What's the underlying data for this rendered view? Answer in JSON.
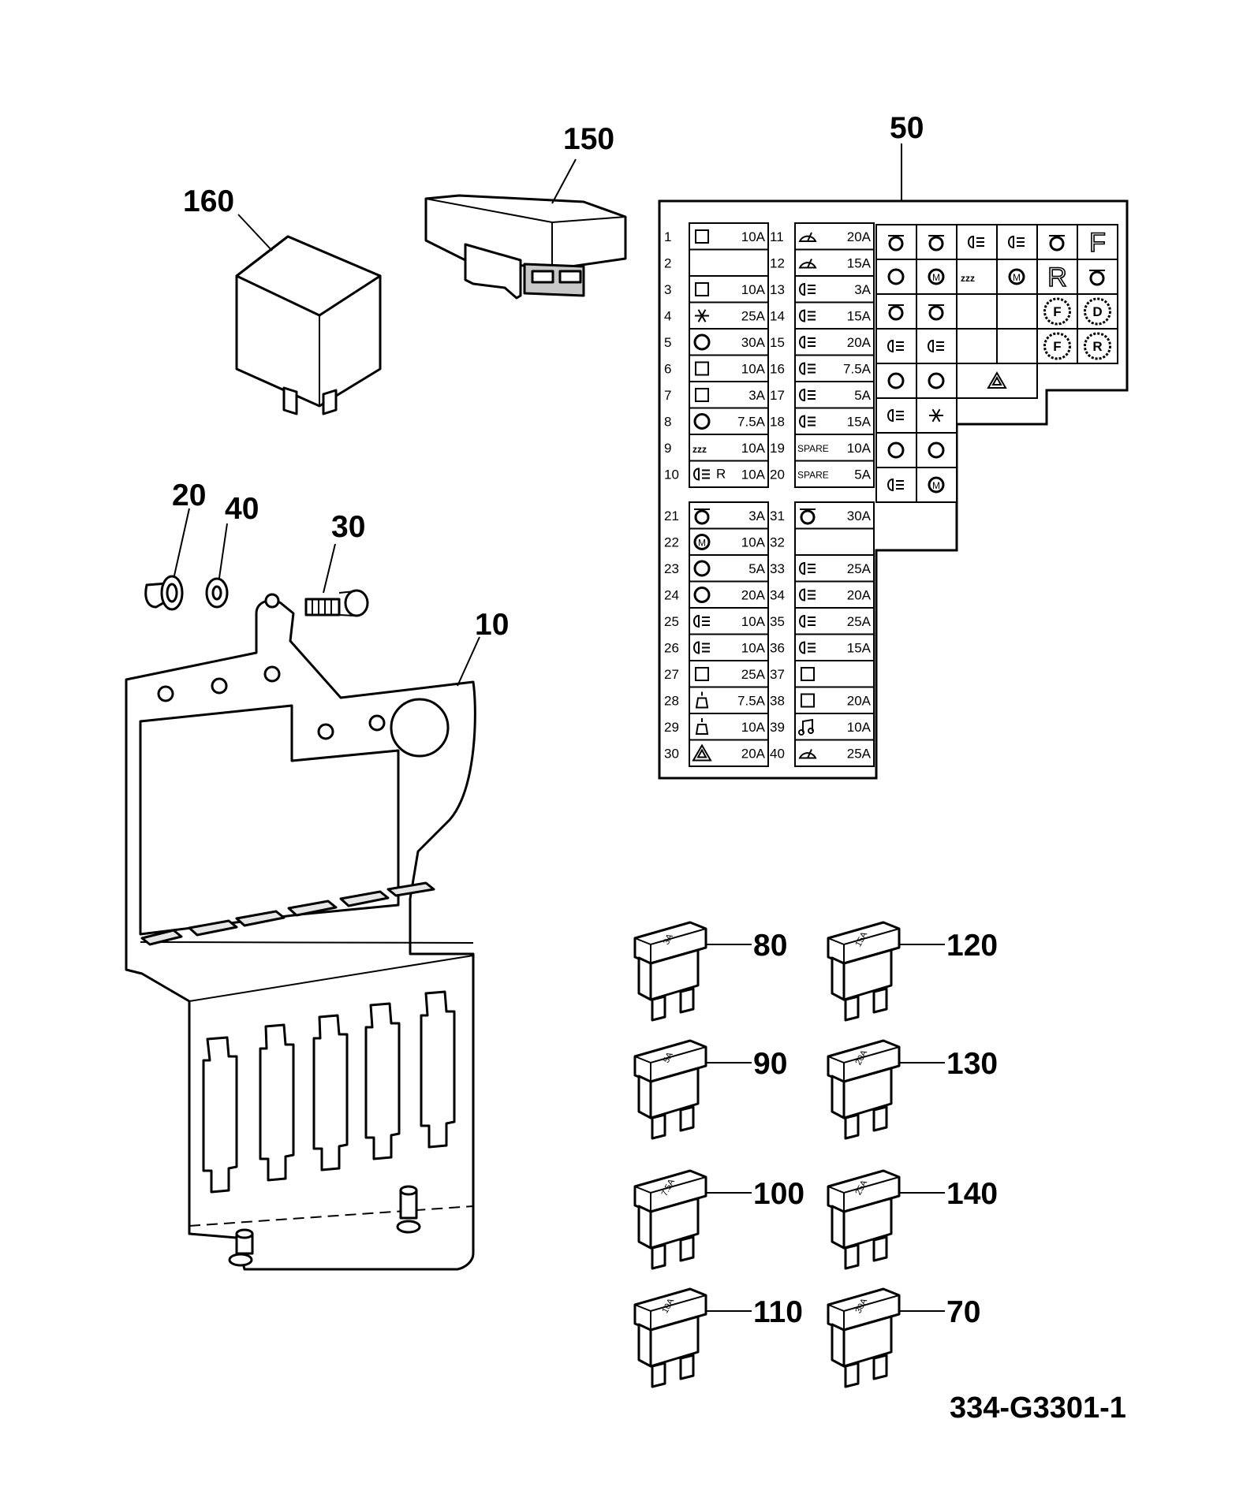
{
  "drawing_id": "334-G3301-1",
  "callouts": {
    "relay": "160",
    "cover": "150",
    "fuse_label": "50",
    "clip": "20",
    "washer": "40",
    "screw": "30",
    "bracket": "10",
    "fuse_3a": "80",
    "fuse_15a": "120",
    "fuse_5a": "90",
    "fuse_20a": "130",
    "fuse_7_5a": "100",
    "fuse_25a": "140",
    "fuse_10a": "110",
    "fuse_30a": "70"
  },
  "fuse_body_labels": {
    "fuse_3a": "3A",
    "fuse_15a": "15A",
    "fuse_5a": "5A",
    "fuse_20a": "20A",
    "fuse_7_5a": "7.5A",
    "fuse_25a": "25A",
    "fuse_10a": "10A",
    "fuse_30a": "30A"
  },
  "fuse_chart": {
    "upper_left": [
      {
        "n": "1",
        "icon": "seat-icon",
        "rating": "10A"
      },
      {
        "n": "2",
        "icon": "",
        "rating": ""
      },
      {
        "n": "3",
        "icon": "engine-icon",
        "rating": "10A"
      },
      {
        "n": "4",
        "icon": "snowflake-icon",
        "rating": "25A"
      },
      {
        "n": "5",
        "icon": "fan-icon",
        "rating": "30A"
      },
      {
        "n": "6",
        "icon": "direction-arrows-icon",
        "rating": "10A"
      },
      {
        "n": "7",
        "icon": "mast-icon",
        "rating": "3A"
      },
      {
        "n": "8",
        "icon": "speed-icon",
        "rating": "7.5A"
      },
      {
        "n": "9",
        "icon": "zzz-icon",
        "rating": "10A"
      },
      {
        "n": "10",
        "icon": "reverse-light-icon",
        "rating": "10A",
        "pre": "R"
      }
    ],
    "upper_right": [
      {
        "n": "11",
        "icon": "wiper-front-icon",
        "rating": "20A"
      },
      {
        "n": "12",
        "icon": "wiper-rear-icon",
        "rating": "15A"
      },
      {
        "n": "13",
        "icon": "headlamp-icon",
        "rating": "3A"
      },
      {
        "n": "14",
        "icon": "main-beam-icon",
        "rating": "15A"
      },
      {
        "n": "15",
        "icon": "dip-beam-icon",
        "rating": "20A"
      },
      {
        "n": "16",
        "icon": "sidelight-icon",
        "rating": "7.5A"
      },
      {
        "n": "17",
        "icon": "sidelight-icon",
        "rating": "5A"
      },
      {
        "n": "18",
        "icon": "tail-icon",
        "rating": "15A"
      },
      {
        "n": "19",
        "icon": "",
        "rating": "10A",
        "pre": "SPARE"
      },
      {
        "n": "20",
        "icon": "",
        "rating": "5A",
        "pre": "SPARE"
      }
    ],
    "lower_left": [
      {
        "n": "21",
        "icon": "ignition-icon",
        "rating": "3A"
      },
      {
        "n": "22",
        "icon": "motor-icon",
        "rating": "10A"
      },
      {
        "n": "23",
        "icon": "gear-icon",
        "rating": "5A"
      },
      {
        "n": "24",
        "icon": "gear-icon",
        "rating": "20A"
      },
      {
        "n": "25",
        "icon": "fog-icon",
        "rating": "10A"
      },
      {
        "n": "26",
        "icon": "sidelight-icon",
        "rating": "10A"
      },
      {
        "n": "27",
        "icon": "horn-icon",
        "rating": "25A"
      },
      {
        "n": "28",
        "icon": "beacon-icon",
        "rating": "7.5A"
      },
      {
        "n": "29",
        "icon": "beacon-alarm-icon",
        "rating": "10A"
      },
      {
        "n": "30",
        "icon": "hazard-icon",
        "rating": "20A"
      }
    ],
    "lower_right": [
      {
        "n": "31",
        "icon": "ignition-icon",
        "rating": "30A"
      },
      {
        "n": "32",
        "icon": "",
        "rating": ""
      },
      {
        "n": "33",
        "icon": "work-lamp-icon",
        "rating": "25A"
      },
      {
        "n": "34",
        "icon": "interior-light-icon",
        "rating": "20A"
      },
      {
        "n": "35",
        "icon": "work-lights-icon",
        "rating": "25A"
      },
      {
        "n": "36",
        "icon": "work-lights-icon",
        "rating": "15A"
      },
      {
        "n": "37",
        "icon": "machine-icon",
        "rating": ""
      },
      {
        "n": "38",
        "icon": "heater-icon",
        "rating": "20A"
      },
      {
        "n": "39",
        "icon": "music-icon",
        "rating": "10A"
      },
      {
        "n": "40",
        "icon": "rear-screen-heater-icon",
        "rating": "25A"
      }
    ],
    "relay_grid_letters": {
      "forward": "F",
      "reverse": "R",
      "forward_badge": "F",
      "reverse_badge": "R",
      "drive_badge": "D"
    }
  }
}
